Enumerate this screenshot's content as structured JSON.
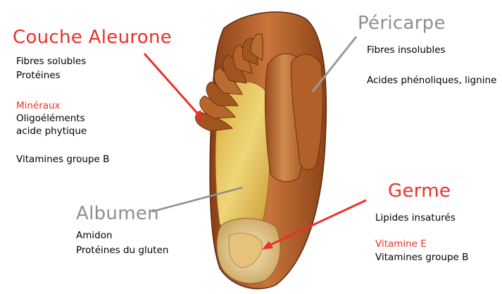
{
  "aleurone": {
    "title": "Couche Aleurone",
    "lines": [
      "Fibres solubles",
      "Protéines"
    ],
    "minerals_heading": "Minéraux",
    "minerals_lines": [
      "Oligoéléments",
      "acide phytique"
    ],
    "vitamins": "Vitamines groupe B"
  },
  "pericarpe": {
    "title": "Péricarpe",
    "line1": "Fibres insolubles",
    "line2": "Acides phénoliques, lignine"
  },
  "albumen": {
    "title": "Albumen",
    "lines": [
      "Amidon",
      "Protéines du gluten"
    ]
  },
  "germe": {
    "title": "Germe",
    "line1": "Lipides insaturés",
    "vitamin_e": "Vitamine E",
    "vitamins_b": "Vitamines groupe B"
  },
  "colors": {
    "red_label": "#e8312a",
    "grey_label": "#8e8e8e",
    "grain_brown": "#b5632c",
    "albumen_yellow": "#e7c24e"
  }
}
